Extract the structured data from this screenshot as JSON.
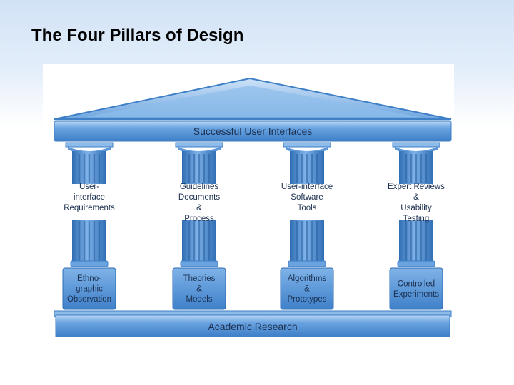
{
  "title": "The Four Pillars of Design",
  "diagram": {
    "roof_label": "Successful User Interfaces",
    "base_label": "Academic Research",
    "pillars": [
      {
        "middle_lines": [
          "User-",
          "interface",
          "Requirements"
        ],
        "base_lines": [
          "Ethno-",
          "graphic",
          "Observation"
        ]
      },
      {
        "middle_lines": [
          "Guidelines",
          "Documents",
          "&",
          "Process"
        ],
        "base_lines": [
          "Theories",
          "&",
          "Models"
        ]
      },
      {
        "middle_lines": [
          "User-interface",
          "Software",
          "Tools"
        ],
        "base_lines": [
          "Algorithms",
          "&",
          "Prototypes"
        ]
      },
      {
        "middle_lines": [
          "Expert Reviews",
          "&",
          "Usability",
          "Testing"
        ],
        "base_lines": [
          "Controlled",
          "Experiments"
        ]
      }
    ],
    "colors": {
      "primary": "#4d8fd6",
      "light": "#a9cdf2",
      "dark": "#2f6db3",
      "text": "#1b2f4f"
    }
  }
}
